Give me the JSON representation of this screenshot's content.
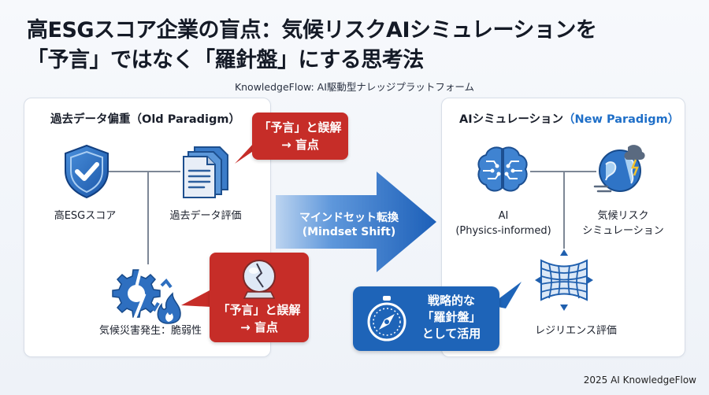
{
  "header": {
    "title_line1": "高ESGスコア企業の盲点：気候リスクAIシミュレーションを",
    "title_line2": "「予言」ではなく「羅針盤」にする思考法",
    "subtitle": "KnowledgeFlow: AI駆動型ナレッジプラットフォーム"
  },
  "left_panel": {
    "title": "過去データ偏重（Old Paradigm）",
    "nodes": [
      {
        "label": "高ESGスコア",
        "icon": "shield-check-icon"
      },
      {
        "label": "過去データ評価",
        "icon": "documents-icon"
      },
      {
        "label": "気候災害発生：脆弱性",
        "icon": "broken-gear-fire-icon"
      }
    ],
    "callout_top": {
      "line1": "「予言」と誤解",
      "line2": "→ 盲点"
    },
    "callout_bottom": {
      "line1": "「予言」と誤解",
      "line2": "→ 盲点",
      "icon": "crystal-ball-icon"
    }
  },
  "center_arrow": {
    "line1": "マインドセット転換",
    "line2": "(Mindset Shift)"
  },
  "right_panel": {
    "title_main": "AIシミュレーション",
    "title_accent": "（New Paradigm）",
    "nodes": [
      {
        "line1": "AI",
        "line2": "(Physics-informed)",
        "icon": "brain-circuit-icon"
      },
      {
        "line1": "気候リスク",
        "line2": "シミュレーション",
        "icon": "globe-storm-icon"
      },
      {
        "line1": "レジリエンス評価",
        "line2": "",
        "icon": "grid-stress-icon"
      }
    ],
    "callout": {
      "line1": "戦略的な",
      "line2": "「羅針盤」",
      "line3": "として活用",
      "icon": "compass-icon"
    }
  },
  "footer": {
    "text": "2025 AI KnowledgeFlow"
  },
  "colors": {
    "red": "#c62d28",
    "blue": "#1e64b8",
    "accent_text": "#1f6fc8"
  }
}
